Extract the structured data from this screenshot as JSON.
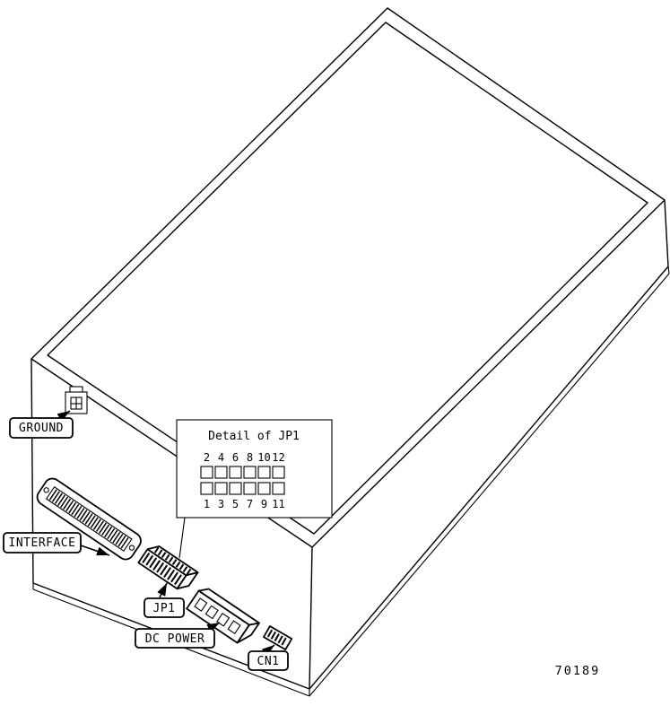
{
  "colors": {
    "ink": "#000000",
    "background": "#ffffff"
  },
  "figure_number": "70189",
  "callouts": {
    "ground": "GROUND",
    "interface": "INTERFACE",
    "jp1": "JP1",
    "dc_power": "DC POWER",
    "cn1": "CN1"
  },
  "detail": {
    "title": "Detail of JP1",
    "pins_top": [
      "2",
      "4",
      "6",
      "8",
      "10",
      "12"
    ],
    "pins_bottom": [
      "1",
      "3",
      "5",
      "7",
      "9",
      "11"
    ]
  }
}
